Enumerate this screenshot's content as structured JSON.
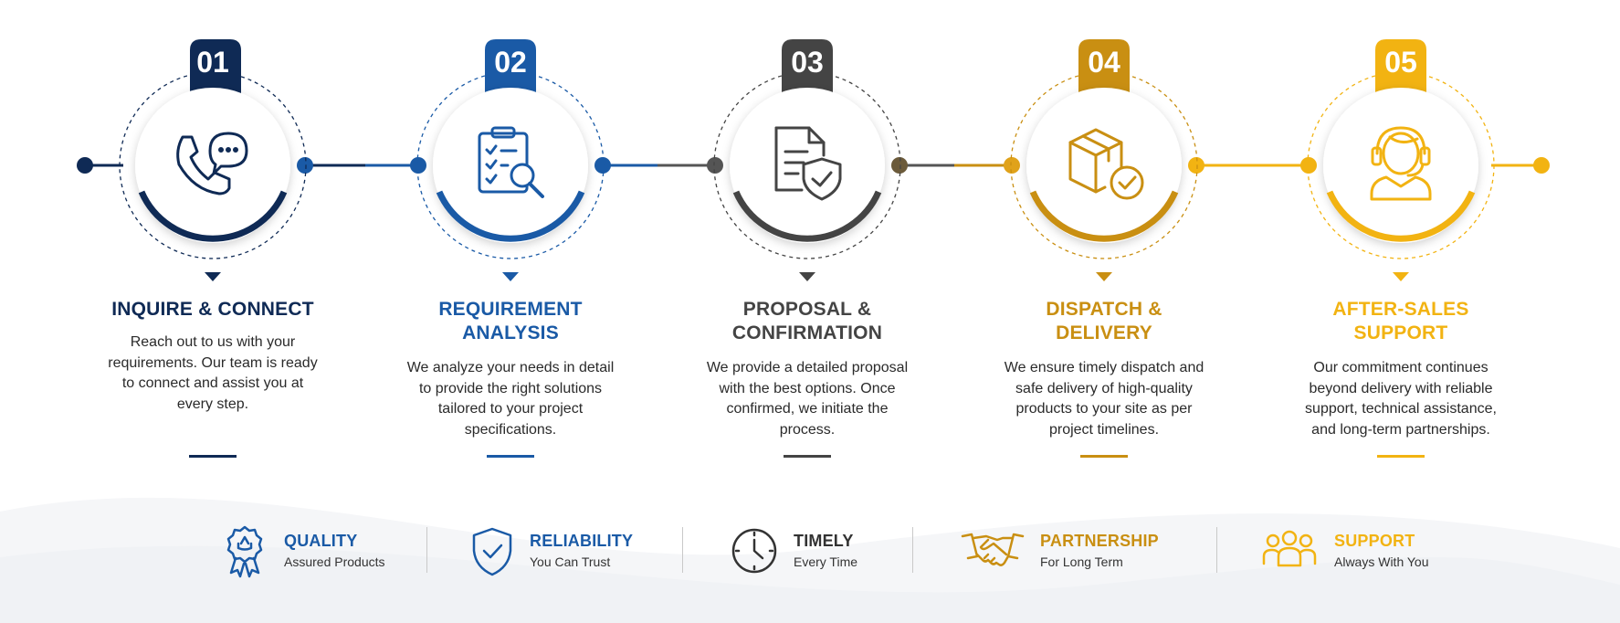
{
  "colors": {
    "navy": "#0f2a55",
    "blue": "#1a5aa6",
    "gray": "#444444",
    "gold": "#c98f12",
    "yellow": "#f2b312"
  },
  "steps": [
    {
      "number": "01",
      "title": "INQUIRE & CONNECT",
      "description": "Reach out to us with your requirements. Our team is ready to connect and assist you at every step.",
      "icon": "phone-chat-icon",
      "color": "#0f2a55"
    },
    {
      "number": "02",
      "title": "REQUIREMENT\nANALYSIS",
      "description": "We analyze your needs in detail to provide the right solutions tailored to your project specifications.",
      "icon": "clipboard-search-icon",
      "color": "#1a5aa6"
    },
    {
      "number": "03",
      "title": "PROPOSAL &\nCONFIRMATION",
      "description": "We provide a detailed proposal with the best options. Once confirmed, we initiate the process.",
      "icon": "document-shield-icon",
      "color": "#444444"
    },
    {
      "number": "04",
      "title": "DISPATCH &\nDELIVERY",
      "description": "We ensure timely dispatch and safe delivery of high-quality products to your site as per project timelines.",
      "icon": "package-check-icon",
      "color": "#c98f12"
    },
    {
      "number": "05",
      "title": "AFTER-SALES\nSUPPORT",
      "description": "Our commitment continues beyond delivery with reliable support, technical assistance, and long-term partnerships.",
      "icon": "headset-agent-icon",
      "color": "#f2b312"
    }
  ],
  "features": [
    {
      "title": "QUALITY",
      "subtitle": "Assured Products",
      "icon": "award-ribbon-icon",
      "color": "#1a5aa6"
    },
    {
      "title": "RELIABILITY",
      "subtitle": "You Can Trust",
      "icon": "shield-check-icon",
      "color": "#1a5aa6"
    },
    {
      "title": "TIMELY",
      "subtitle": "Every Time",
      "icon": "clock-icon",
      "color": "#333333"
    },
    {
      "title": "PARTNERSHIP",
      "subtitle": "For Long Term",
      "icon": "handshake-icon",
      "color": "#c98f12"
    },
    {
      "title": "SUPPORT",
      "subtitle": "Always With You",
      "icon": "people-group-icon",
      "color": "#f2b312"
    }
  ]
}
